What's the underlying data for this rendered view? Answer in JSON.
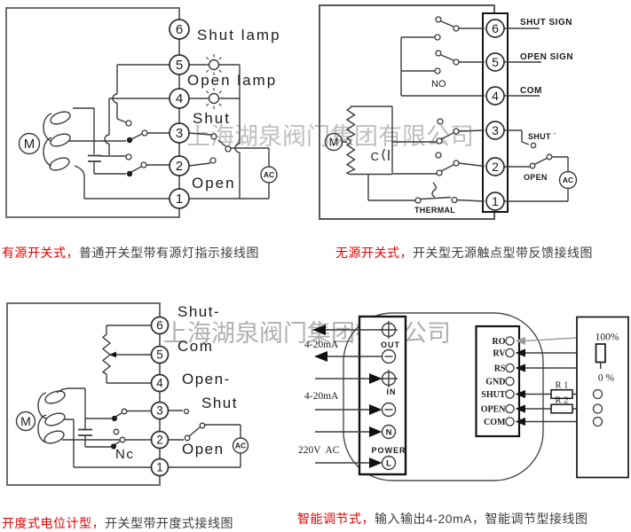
{
  "watermark": {
    "text": "上海湖泉阀门集团有限公司"
  },
  "terminal_numbers": [
    "1",
    "2",
    "3",
    "4",
    "5",
    "6"
  ],
  "captions": {
    "active": {
      "title": "有源开关式，",
      "desc": "普通开关型带有源灯指示接线图"
    },
    "passive": {
      "title": "无源开关式，",
      "desc": "开关型无源触点型带反馈接线图"
    },
    "poten": {
      "title": "开度式电位计型，",
      "desc": "开关型带开度式接线图"
    },
    "smart": {
      "title": "智能调节式，",
      "desc": "输入输出4-20mA，智能调节型接线图"
    }
  },
  "p1": {
    "shut_lamp": "Shut lamp",
    "open_lamp": "Open lamp",
    "shut": "Shut",
    "open": "Open",
    "motor": "M",
    "ac": "AC"
  },
  "p2": {
    "shut_sign": "SHUT SIGN",
    "open_sign": "OPEN SIGN",
    "com": "COM",
    "shut": "SHUT `",
    "open": "OPEN",
    "no": "NO",
    "thermal": "THERMAL",
    "motor": "M",
    "ac": "AC",
    "cap": "C"
  },
  "p3": {
    "shut_minus": "Shut-",
    "com": "Com",
    "open_minus": "Open-",
    "shut": "Shut",
    "open": "Open",
    "nc": "Nc",
    "motor": "M",
    "ac": "AC"
  },
  "p4": {
    "out": "OUT",
    "in": "IN",
    "power": "POWER",
    "range_out": "4-20mA",
    "range_in": "4-20mA",
    "supply": "220V  AC",
    "n": "N",
    "l": "L",
    "pins": [
      "RO",
      "RV",
      "RS",
      "GND",
      "SHUT",
      "OPEN",
      "COM"
    ],
    "r1": "R 1",
    "r2": "R 2",
    "p100": "100%",
    "p0": "0 %"
  }
}
